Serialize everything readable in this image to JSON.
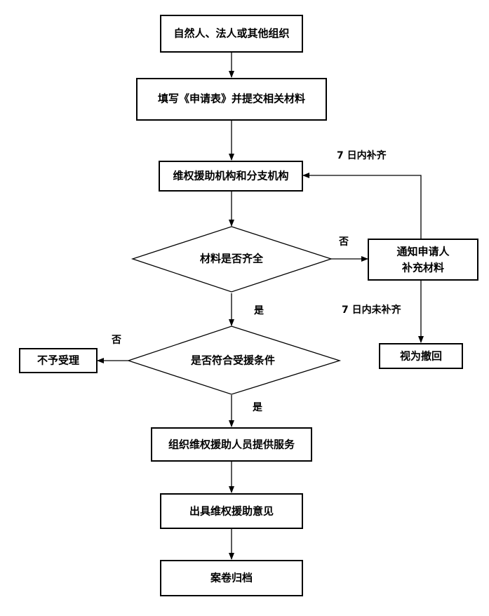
{
  "nodes": {
    "applicant": "自然人、法人或其他组织",
    "fill_form": "填写《申请表》并提交相关材料",
    "agency": "维权援助机构和分支机构",
    "materials_complete": "材料是否齐全",
    "notify_line1": "通知申请人",
    "notify_line2": "补充材料",
    "deemed_withdrawn": "视为撤回",
    "meets_conditions": "是否符合受援条件",
    "not_accepted": "不予受理",
    "organize_staff": "组织维权援助人员提供服务",
    "issue_opinion": "出具维权援助意见",
    "archive": "案卷归档"
  },
  "edge_labels": {
    "resubmit_within_7_days": "7 日内补齐",
    "materials_incomplete_no": "否",
    "not_resubmitted_7_days": "7 日内未补齐",
    "materials_complete_yes": "是",
    "conditions_no": "否",
    "conditions_yes": "是"
  }
}
